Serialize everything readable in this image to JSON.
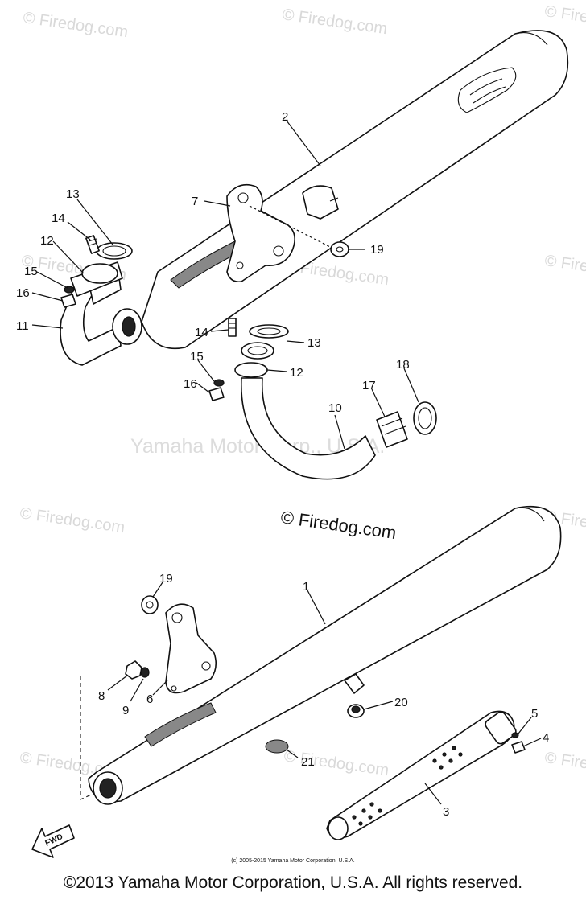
{
  "watermarks": {
    "corner": "© Firedog.com",
    "main": "© Firedog.com",
    "center": "Yamaha Motor Corp., U.S.A."
  },
  "callouts": {
    "c1": "1",
    "c2": "2",
    "c3": "3",
    "c4": "4",
    "c5": "5",
    "c6": "6",
    "c7": "7",
    "c8": "8",
    "c9": "9",
    "c10": "10",
    "c11": "11",
    "c12a": "12",
    "c12b": "12",
    "c13a": "13",
    "c13b": "13",
    "c14a": "14",
    "c14b": "14",
    "c15a": "15",
    "c15b": "15",
    "c16a": "16",
    "c16b": "16",
    "c17": "17",
    "c18": "18",
    "c19a": "19",
    "c19b": "19",
    "c20": "20",
    "c21": "21"
  },
  "fwd_label": "FWD",
  "footer": {
    "small": "(c) 2005-2015 Yamaha Motor Corporation, U.S.A.",
    "main": "©2013 Yamaha Motor Corporation, U.S.A. All rights reserved."
  }
}
